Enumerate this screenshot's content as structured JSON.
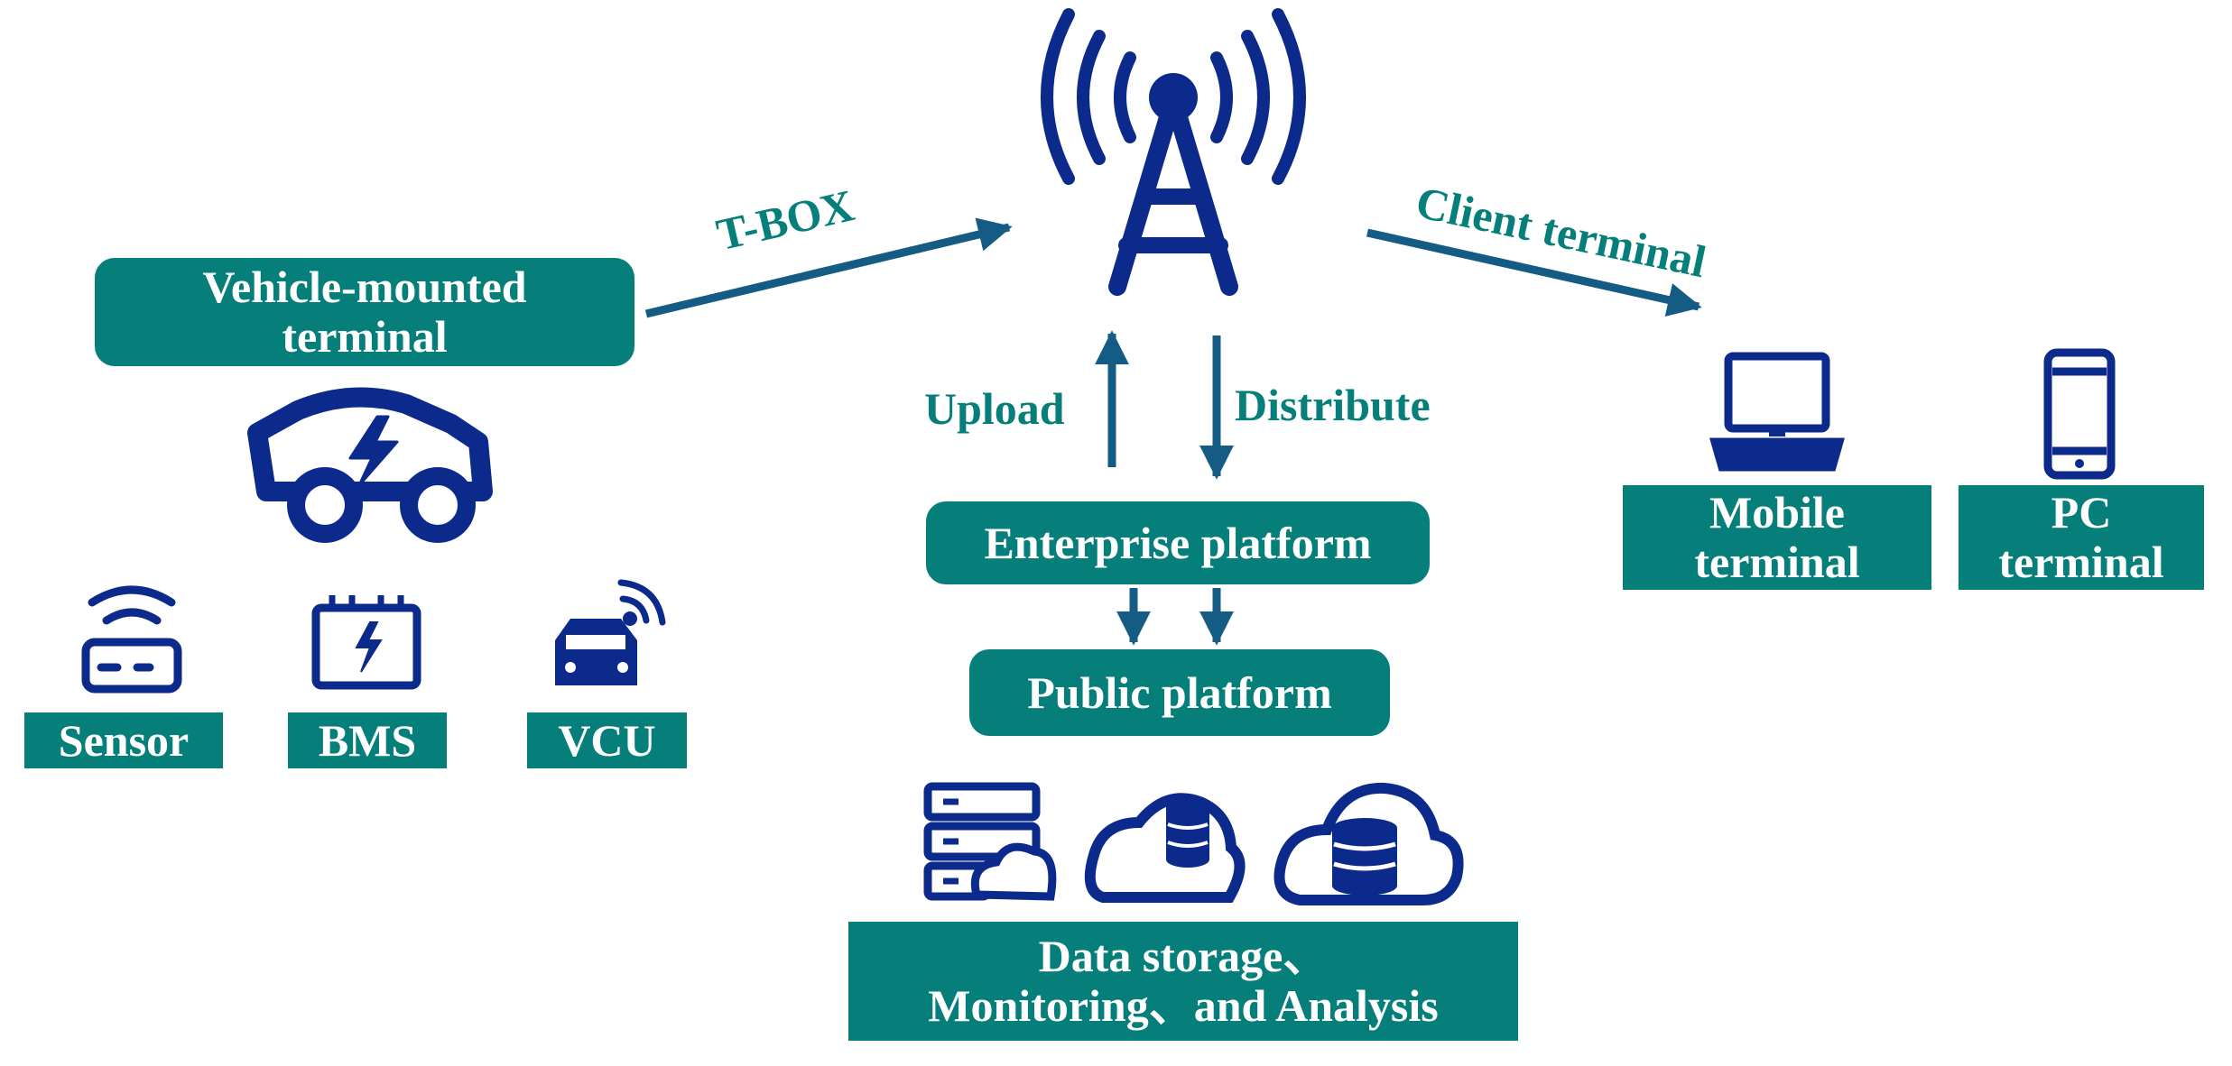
{
  "colors": {
    "teal": "#067f7a",
    "navy": "#0b2a8c",
    "arrow": "#155c84",
    "background": "#ffffff"
  },
  "vehicle_terminal": {
    "line1": "Vehicle-mounted",
    "line2": "terminal"
  },
  "devices": {
    "sensor": "Sensor",
    "bms": "BMS",
    "vcu": "VCU"
  },
  "links": {
    "tbox": "T-BOX",
    "client": "Client terminal",
    "upload": "Upload",
    "distribute": "Distribute"
  },
  "platforms": {
    "enterprise": "Enterprise platform",
    "public": "Public platform"
  },
  "client_terminals": {
    "mobile": {
      "line1": "Mobile",
      "line2": "terminal"
    },
    "pc": {
      "line1": "PC",
      "line2": "terminal"
    }
  },
  "storage": {
    "line1": "Data storage、",
    "line2": "Monitoring、and Analysis"
  },
  "icons": [
    "signal-tower-icon",
    "electric-car-icon",
    "sensor-router-icon",
    "battery-chip-icon",
    "connected-car-icon",
    "laptop-icon",
    "smartphone-icon",
    "server-cloud-icon",
    "cloud-database-icon",
    "cloud-storage-icon"
  ]
}
